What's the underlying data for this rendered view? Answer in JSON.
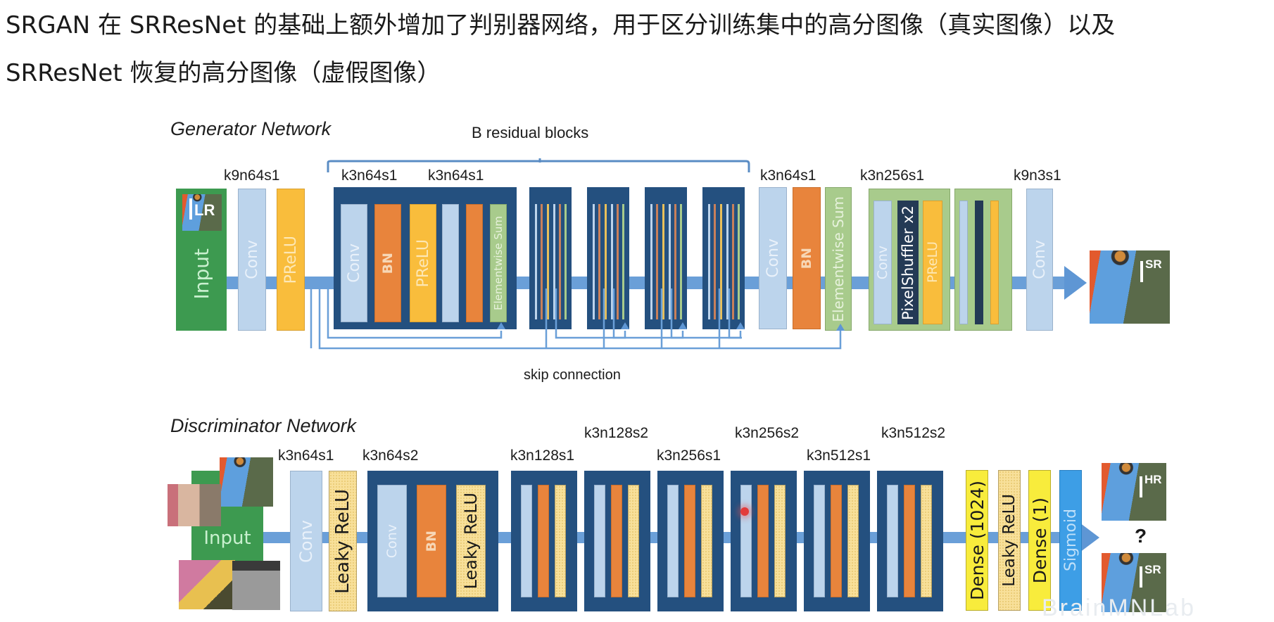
{
  "heading": {
    "line1": "SRGAN 在 SRResNet 的基础上额外增加了判别器网络，用于区分训练集中的高分图像（真实图像）以及",
    "line2": "SRResNet 恢复的高分图像（虚假图像）"
  },
  "generator": {
    "title": "Generator Network",
    "residual_label": "B residual blocks",
    "skip_label": "skip connection",
    "specs": [
      "k9n64s1",
      "k3n64s1",
      "k3n64s1",
      "k3n64s1",
      "k3n256s1",
      "k9n3s1"
    ],
    "input_label": "Input",
    "input_image_label": "I",
    "input_image_sup": "LR",
    "output_image_label": "I",
    "output_image_sup": "SR",
    "layers": {
      "conv": "Conv",
      "prelu": "PReLU",
      "bn": "BN",
      "esum": "Elementwise Sum",
      "pixelshuffler": "PixelShuffler x2"
    }
  },
  "discriminator": {
    "title": "Discriminator Network",
    "specs": [
      "k3n64s1",
      "k3n64s2",
      "k3n128s1",
      "k3n128s2",
      "k3n256s1",
      "k3n256s2",
      "k3n512s1",
      "k3n512s2"
    ],
    "input_label": "Input",
    "layers": {
      "conv": "Conv",
      "leaky": "Leaky ReLU",
      "bn": "BN",
      "dense1024": "Dense (1024)",
      "dense1": "Dense (1)",
      "sigmoid": "Sigmoid"
    },
    "output_question": "?",
    "hr_label": "I",
    "hr_sup": "HR",
    "sr_label": "I",
    "sr_sup": "SR"
  },
  "watermark": "BrainMNLab"
}
